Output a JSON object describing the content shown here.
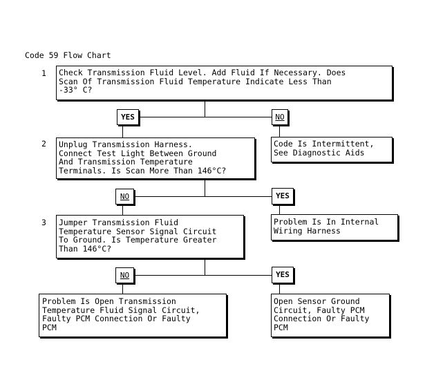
{
  "title": "Code 59 Flow Chart",
  "steps": [
    {
      "number": "1",
      "lines": [
        "Check Transmission Fluid Level. Add Fluid If Necessary. Does",
        "Scan Of Transmission Fluid Temperature Indicate Less Than",
        "-33° C?"
      ]
    },
    {
      "number": "2",
      "lines": [
        "Unplug Transmission Harness.",
        "Connect Test Light Between Ground",
        "And Transmission Temperature",
        "Terminals. Is Scan More Than 146°C?"
      ]
    },
    {
      "number": "3",
      "lines": [
        "Jumper Transmission Fluid",
        "Temperature Sensor Signal Circuit",
        "To Ground. Is Temperature Greater",
        "Than 146°C?"
      ]
    }
  ],
  "labels": {
    "yes": "YES",
    "no": "NO"
  },
  "outcomes": {
    "step1_no": [
      "Code Is Intermittent,",
      "See Diagnostic Aids"
    ],
    "step2_yes": [
      "Problem Is In Internal",
      "Wiring Harness"
    ],
    "step3_no": [
      "Problem Is Open Transmission",
      "Temperature Fluid Signal Circuit,",
      "Faulty PCM Connection Or Faulty",
      "PCM"
    ],
    "step3_yes": [
      "Open Sensor Ground",
      "Circuit, Faulty PCM",
      "Connection Or Faulty",
      "PCM"
    ]
  }
}
